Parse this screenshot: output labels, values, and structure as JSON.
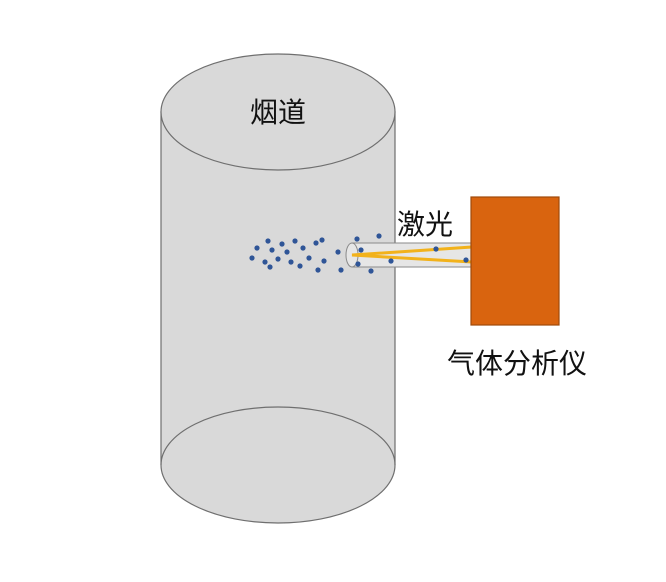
{
  "labels": {
    "chimney": "烟道",
    "laser": "激光",
    "analyzer": "气体分析仪"
  },
  "colors": {
    "chimney_fill": "#d9d9d9",
    "chimney_stroke": "#6f6f6f",
    "analyzer_fill": "#d9640f",
    "analyzer_stroke": "#a04a0a",
    "laser_beam": "#f2b21b",
    "particle": "#2f5597",
    "probe_fill": "#e6e6e6"
  }
}
